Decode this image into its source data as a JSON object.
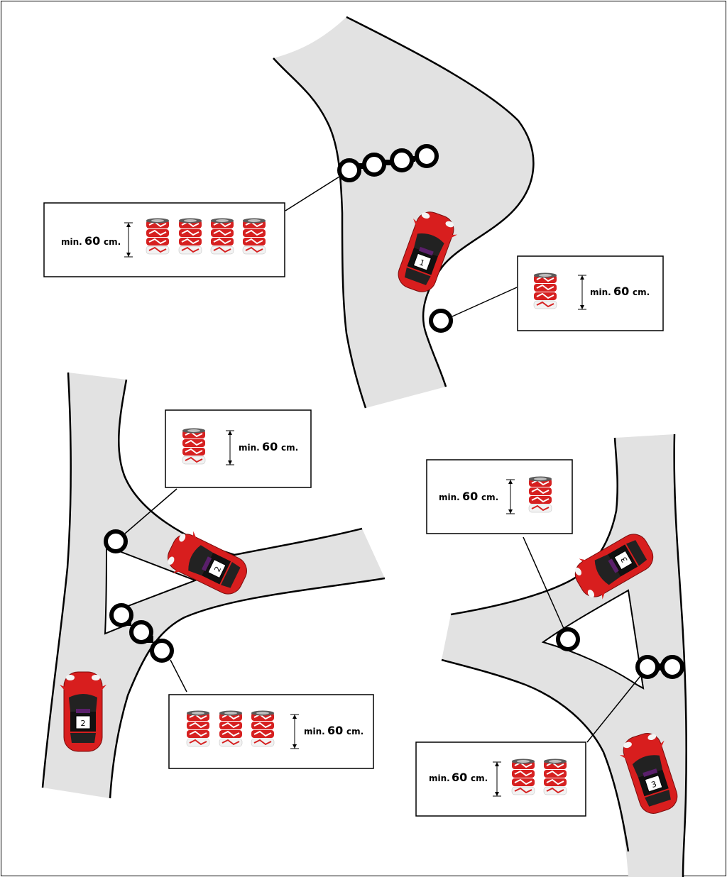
{
  "diagrams": [
    {
      "id": "top",
      "car_number": "1",
      "callouts": [
        {
          "min": "min.",
          "value": "60",
          "unit": "cm."
        },
        {
          "min": "min.",
          "value": "60",
          "unit": "cm."
        }
      ]
    },
    {
      "id": "left",
      "car_numbers": [
        "2",
        "2"
      ],
      "callouts": [
        {
          "min": "min.",
          "value": "60",
          "unit": "cm."
        },
        {
          "min": "min.",
          "value": "60",
          "unit": "cm."
        }
      ]
    },
    {
      "id": "right",
      "car_numbers": [
        "3",
        "3"
      ],
      "callouts": [
        {
          "min": "min.",
          "value": "60",
          "unit": "cm."
        },
        {
          "min": "min.",
          "value": "60",
          "unit": "cm."
        }
      ]
    }
  ],
  "colors": {
    "road": "#e2e2e2",
    "car_body": "#d81e1e",
    "tyre_red": "#d62020",
    "tyre_white": "#f2f2f2",
    "tyre_dark": "#7a7a7a"
  }
}
